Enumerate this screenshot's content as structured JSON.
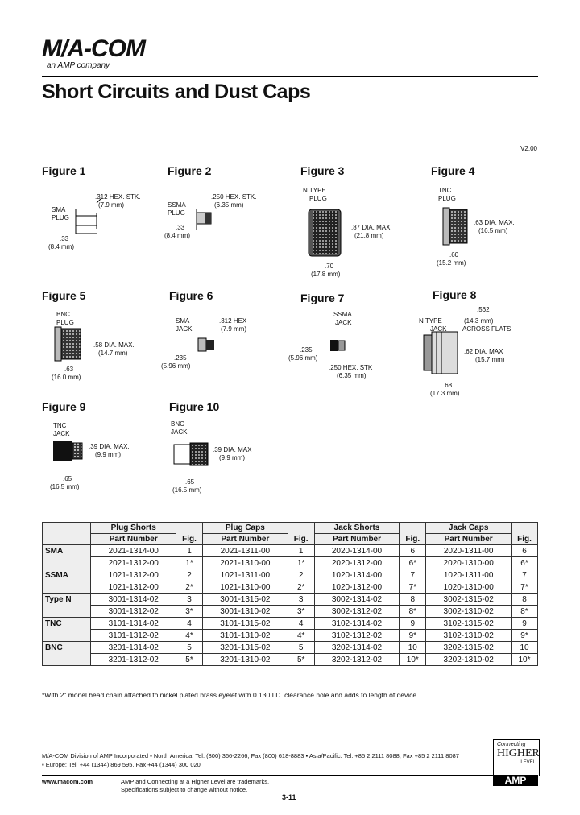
{
  "header": {
    "logo": "M/A-COM",
    "logo_sub": "an AMP company",
    "title": "Short Circuits and Dust Caps",
    "version": "V2.00"
  },
  "figures": [
    {
      "label": "Figure 1",
      "notes": [
        "SMA",
        "PLUG",
        ".312 HEX. STK.",
        "(7.9 mm)",
        ".33",
        "(8.4 mm)"
      ]
    },
    {
      "label": "Figure 2",
      "notes": [
        "SSMA",
        "PLUG",
        ".250 HEX. STK.",
        "(6.35 mm)",
        ".33",
        "(8.4 mm)"
      ]
    },
    {
      "label": "Figure 3",
      "notes": [
        "N TYPE",
        "PLUG",
        ".87 DIA. MAX.",
        "(21.8 mm)",
        ".70",
        "(17.8 mm)"
      ]
    },
    {
      "label": "Figure 4",
      "notes": [
        "TNC",
        "PLUG",
        ".63 DIA. MAX.",
        "(16.5 mm)",
        ".60",
        "(15.2 mm)"
      ]
    },
    {
      "label": "Figure 5",
      "notes": [
        "BNC",
        "PLUG",
        ".58 DIA. MAX.",
        "(14.7 mm)",
        ".63",
        "(16.0 mm)"
      ]
    },
    {
      "label": "Figure 6",
      "notes": [
        "SMA",
        "JACK",
        ".312 HEX",
        "(7.9 mm)",
        ".235",
        "(5.96 mm)"
      ]
    },
    {
      "label": "Figure 7",
      "notes": [
        "SSMA",
        "JACK",
        ".235",
        "(5.96 mm)",
        ".250 HEX. STK",
        "(6.35 mm)"
      ]
    },
    {
      "label": "Figure 8",
      "notes": [
        "N TYPE",
        "JACK",
        ".562",
        "(14.3 mm)",
        "ACROSS FLATS",
        ".62 DIA. MAX",
        "(15.7 mm)",
        ".68",
        "(17.3 mm)"
      ]
    },
    {
      "label": "Figure 9",
      "notes": [
        "TNC",
        "JACK",
        ".39 DIA. MAX.",
        "(9.9 mm)",
        ".65",
        "(16.5 mm)"
      ]
    },
    {
      "label": "Figure 10",
      "notes": [
        "BNC",
        "JACK",
        ".39 DIA. MAX",
        "(9.9 mm)",
        ".65",
        "(16.5 mm)"
      ]
    }
  ],
  "table": {
    "group_headers": [
      "Plug Shorts",
      "Plug Caps",
      "Jack Shorts",
      "Jack Caps"
    ],
    "sub_headers": [
      "Part Number",
      "Fig.",
      "Part Number",
      "Fig.",
      "Part Number",
      "Fig.",
      "Part Number",
      "Fig."
    ],
    "rows": [
      [
        "SMA",
        "2021-1314-00",
        "1",
        "2021-1311-00",
        "1",
        "2020-1314-00",
        "6",
        "2020-1311-00",
        "6"
      ],
      [
        "",
        "2021-1312-00",
        "1*",
        "2021-1310-00",
        "1*",
        "2020-1312-00",
        "6*",
        "2020-1310-00",
        "6*"
      ],
      [
        "SSMA",
        "1021-1312-00",
        "2",
        "1021-1311-00",
        "2",
        "1020-1314-00",
        "7",
        "1020-1311-00",
        "7"
      ],
      [
        "",
        "1021-1312-00",
        "2*",
        "1021-1310-00",
        "2*",
        "1020-1312-00",
        "7*",
        "1020-1310-00",
        "7*"
      ],
      [
        "Type N",
        "3001-1314-02",
        "3",
        "3001-1315-02",
        "3",
        "3002-1314-02",
        "8",
        "3002-1315-02",
        "8"
      ],
      [
        "",
        "3001-1312-02",
        "3*",
        "3001-1310-02",
        "3*",
        "3002-1312-02",
        "8*",
        "3002-1310-02",
        "8*"
      ],
      [
        "TNC",
        "3101-1314-02",
        "4",
        "3101-1315-02",
        "4",
        "3102-1314-02",
        "9",
        "3102-1315-02",
        "9"
      ],
      [
        "",
        "3101-1312-02",
        "4*",
        "3101-1310-02",
        "4*",
        "3102-1312-02",
        "9*",
        "3102-1310-02",
        "9*"
      ],
      [
        "BNC",
        "3201-1314-02",
        "5",
        "3201-1315-02",
        "5",
        "3202-1314-02",
        "10",
        "3202-1315-02",
        "10"
      ],
      [
        "",
        "3201-1312-02",
        "5*",
        "3201-1310-02",
        "5*",
        "3202-1312-02",
        "10*",
        "3202-1310-02",
        "10*"
      ]
    ]
  },
  "footnote": "*With 2\" monel bead chain attached to nickel plated brass eyelet with 0.130 I.D. clearance hole and adds to length of device.",
  "footer": {
    "line1": "M/A-COM Division of AMP Incorporated  ▪  North America:  Tel. (800) 366-2266, Fax (800) 618-8883  ▪  Asia/Pacific:  Tel. +85 2 2111 8088, Fax +85 2 2111 8087",
    "line2": "▪  Europe:  Tel. +44 (1344) 869 595, Fax +44 (1344) 300 020",
    "url": "www.macom.com",
    "trademark": "AMP and Connecting at a Higher Level are trademarks.",
    "spec": "Specifications subject to change without notice.",
    "page": "3-11",
    "badge_top": "Connecting",
    "badge_mid": "HIGHER",
    "badge_level": "LEVEL",
    "badge_amp": "AMP"
  }
}
